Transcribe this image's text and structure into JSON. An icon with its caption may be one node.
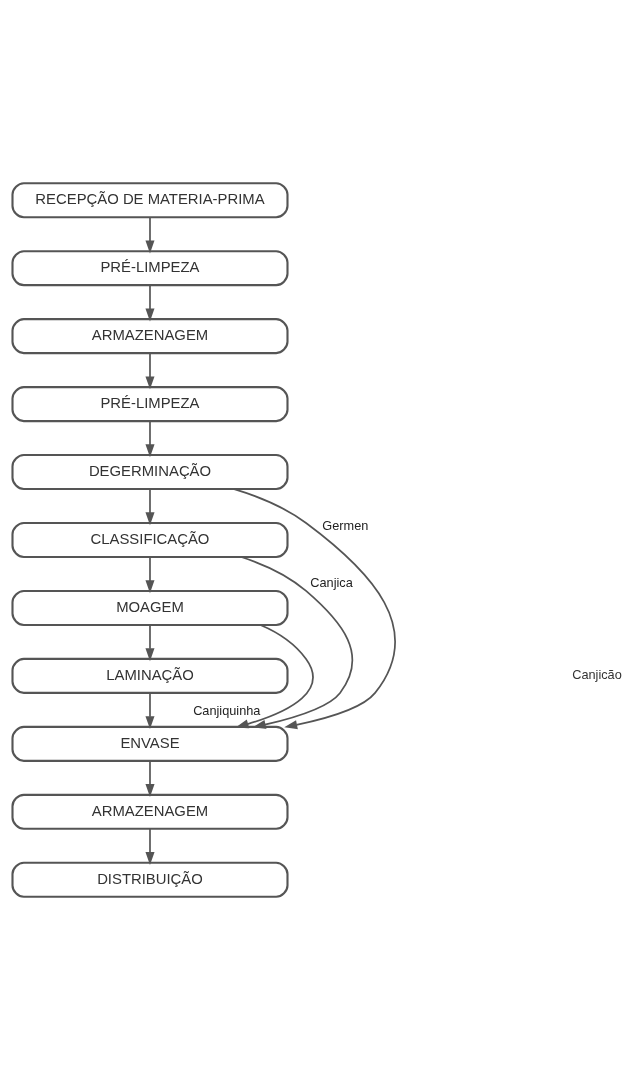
{
  "diagram": {
    "nodes": [
      {
        "text": [
          "RECEPÇÃO DE MATERIA-PRIMA"
        ]
      },
      {
        "text": [
          "PRÉ-LIMPEZA"
        ]
      },
      {
        "text": [
          "ARMAZENAGEM"
        ]
      },
      {
        "text": [
          "PRÉ-LIMPEZA"
        ]
      },
      {
        "text": [
          "DEGERMINAÇÃO"
        ]
      },
      {
        "text": [
          "CLASSIFICAÇÃO"
        ]
      },
      {
        "text": [
          "MOAGEM"
        ]
      },
      {
        "text": [
          "LAMINAÇÃO"
        ]
      },
      {
        "text": [
          "ENVASE"
        ]
      },
      {
        "text": [
          "ARMAZENAGEM"
        ]
      },
      {
        "text": [
          "DISTRIBUIÇÃO"
        ]
      }
    ],
    "edges": [
      {
        "from": 0,
        "to": 1,
        "arrow": "to"
      },
      {
        "from": 1,
        "to": 2,
        "arrow": "to"
      },
      {
        "from": 2,
        "to": 3,
        "arrow": "to"
      },
      {
        "from": 3,
        "to": 4,
        "arrow": "to"
      },
      {
        "from": 4,
        "to": 5,
        "arrow": "to"
      },
      {
        "from": 5,
        "to": 6,
        "arrow": "to"
      },
      {
        "from": 6,
        "to": 7,
        "arrow": "to"
      },
      {
        "from": 7,
        "to": 8,
        "arrow": "to"
      },
      {
        "from": 8,
        "to": 9,
        "arrow": "to"
      },
      {
        "from": 9,
        "to": 10,
        "arrow": "to"
      },
      {
        "from": 4,
        "to": 8,
        "arrow": "to",
        "label": "Germen"
      },
      {
        "from": 5,
        "to": 8,
        "arrow": "to",
        "label": "Canjica"
      },
      {
        "from": 6,
        "to": 8,
        "arrow": "to",
        "label": "Canjiquinha"
      }
    ],
    "labels": [
      "Canjicão"
    ]
  }
}
